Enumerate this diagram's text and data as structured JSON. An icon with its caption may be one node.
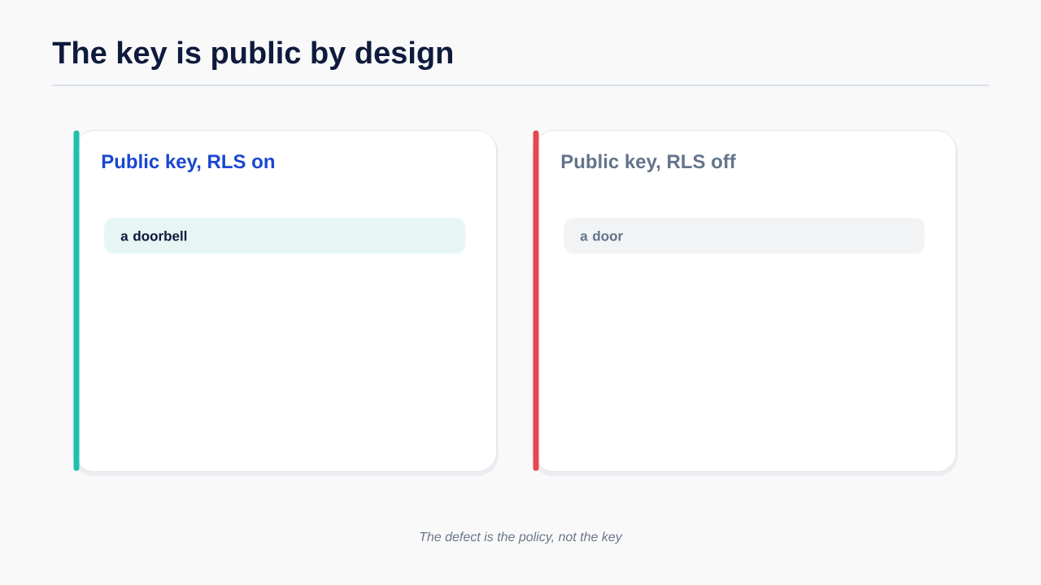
{
  "diagram": {
    "title": "The key is public by design",
    "caption": "The defect is the policy, not the key",
    "nodes": [
      {
        "text": [
          "Public key, RLS on"
        ]
      },
      {
        "text": [
          "a doorbell"
        ],
        "in": 0
      },
      {
        "text": [
          "Public key, RLS off"
        ]
      },
      {
        "text": [
          "a door"
        ],
        "in": 2
      }
    ]
  }
}
